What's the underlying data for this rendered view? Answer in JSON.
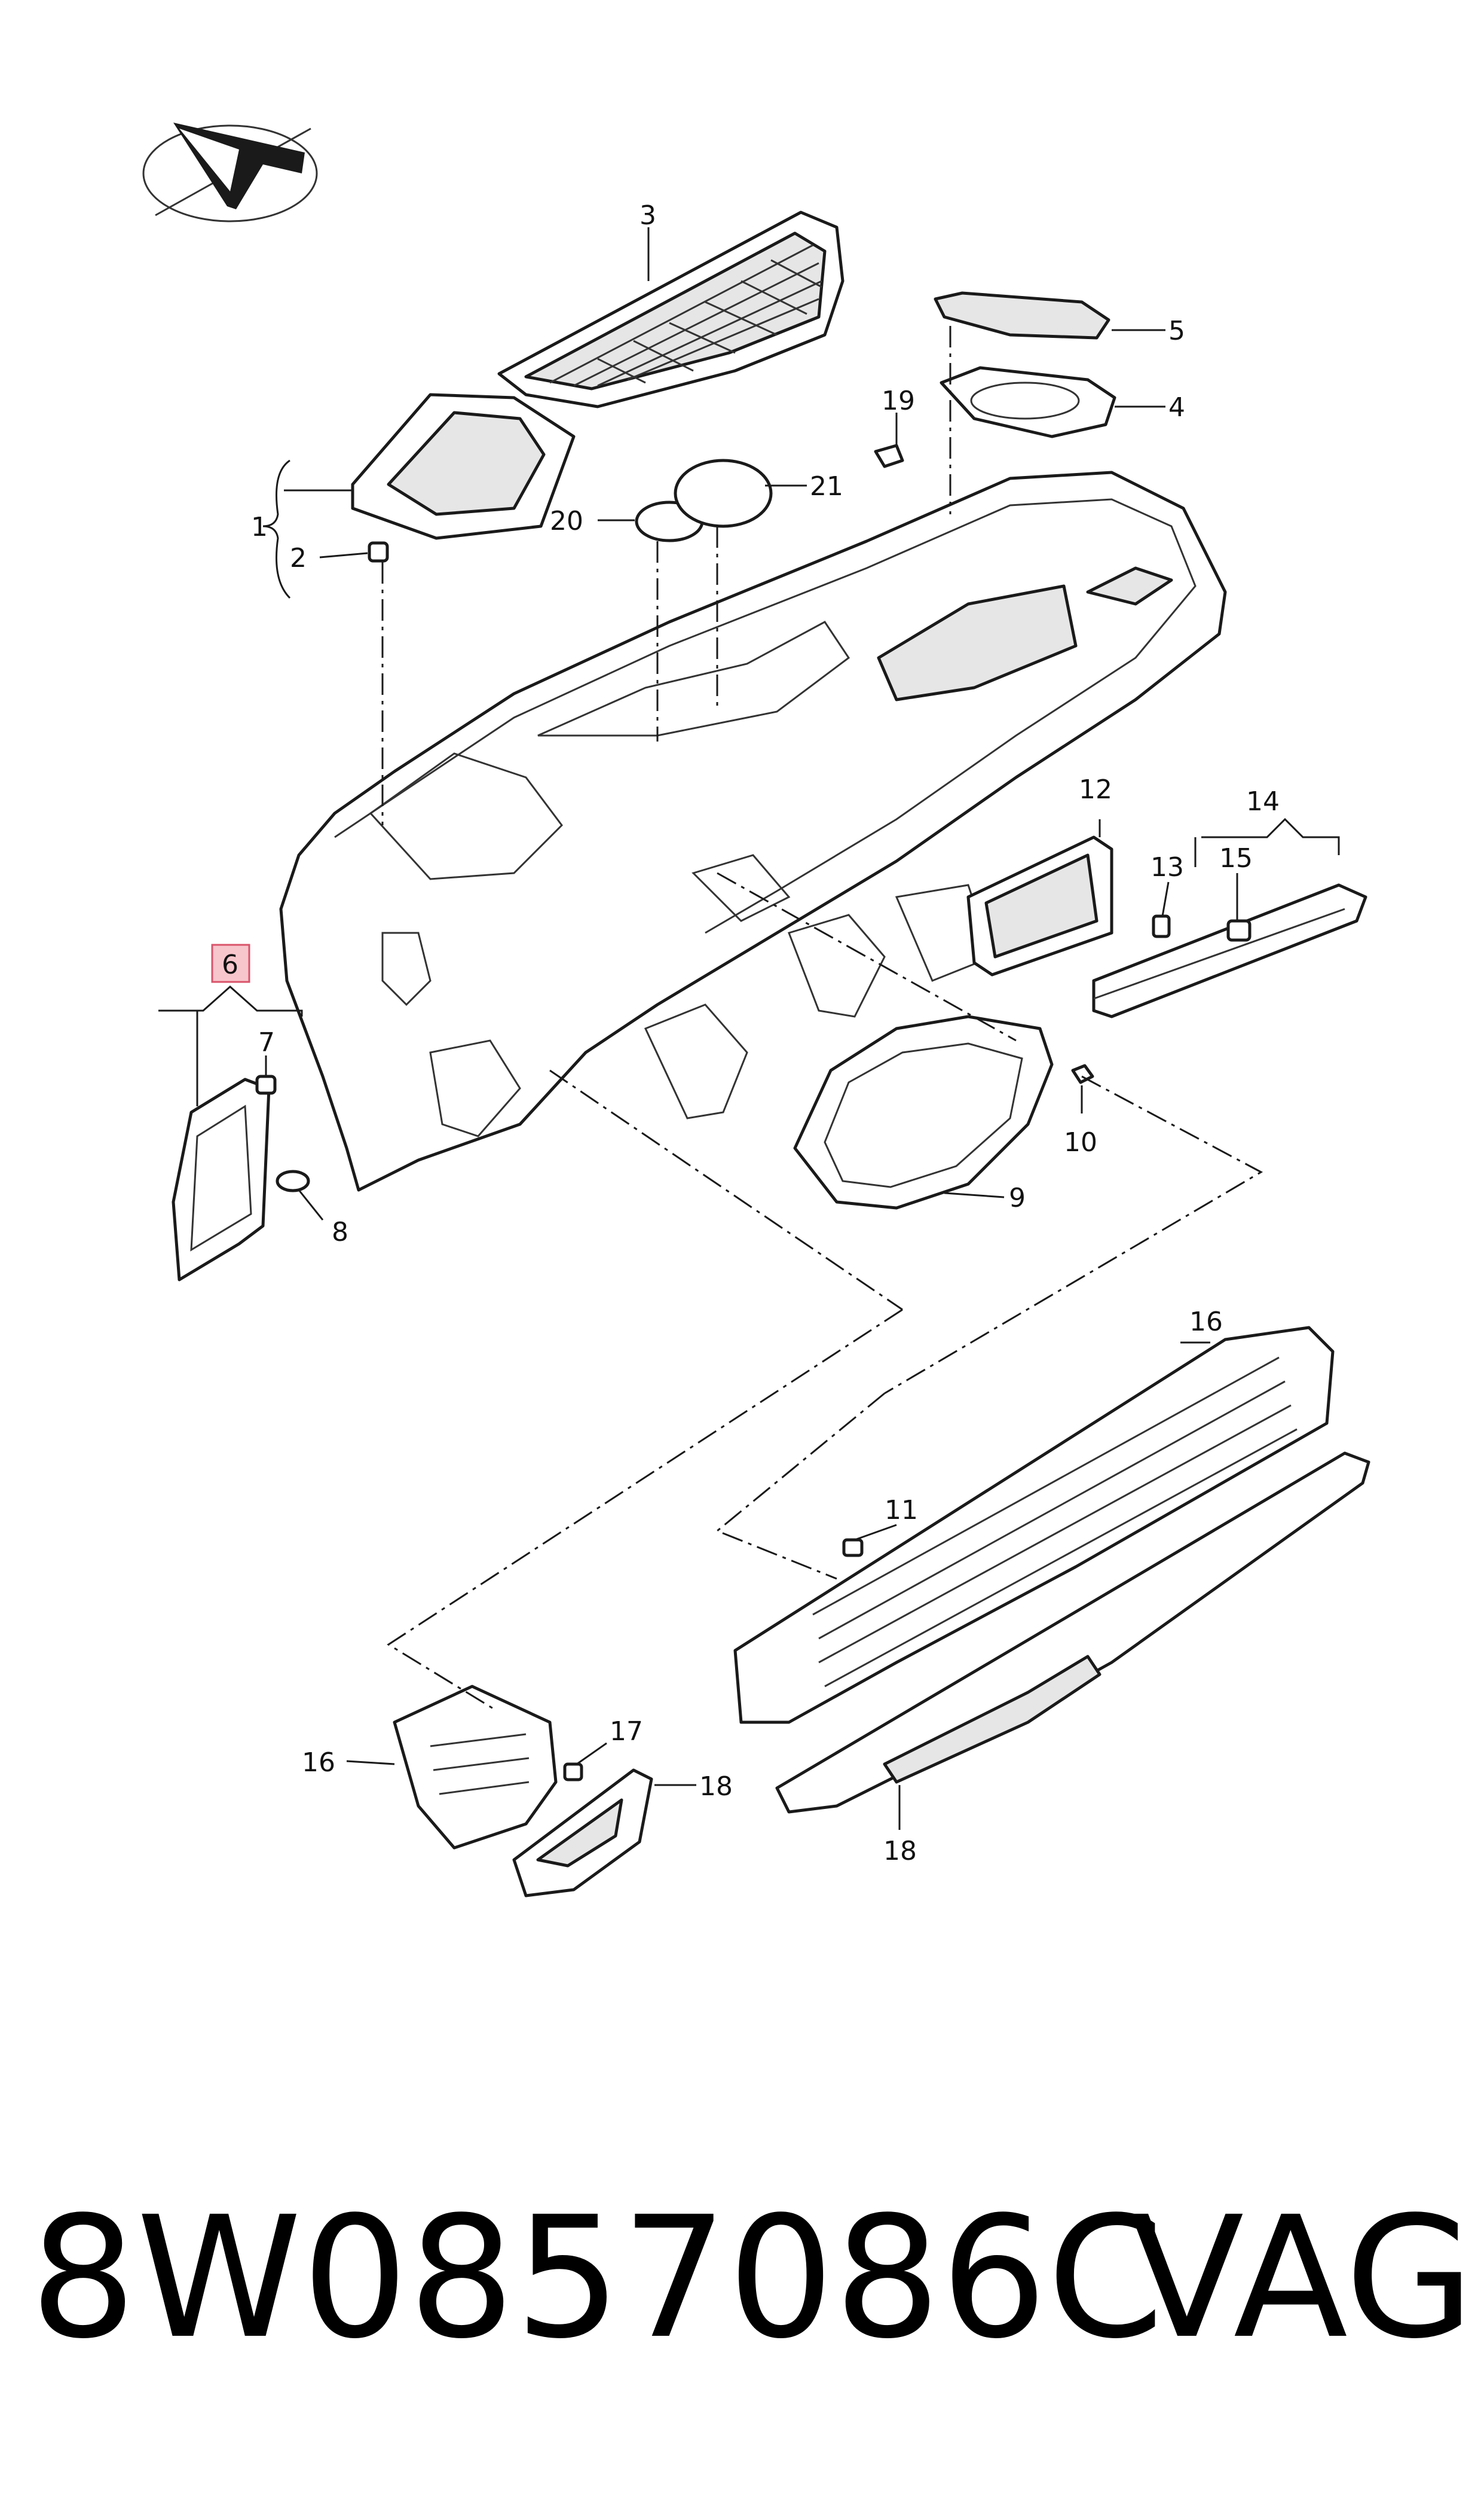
{
  "callouts": {
    "c1": "1",
    "c2": "2",
    "c3": "3",
    "c4": "4",
    "c5": "5",
    "c6": "6",
    "c7": "7",
    "c8": "8",
    "c9": "9",
    "c10": "10",
    "c11": "11",
    "c12": "12",
    "c13": "13",
    "c14": "14",
    "c15": "15",
    "c16a": "16",
    "c16b": "16",
    "c17": "17",
    "c18a": "18",
    "c18b": "18",
    "c19": "19",
    "c20": "20",
    "c21": "21"
  },
  "highlight": {
    "part": "6",
    "color": "#f7c6cc",
    "border": "#d9536a"
  },
  "caption": {
    "part_number": "8W0857086C",
    "brand": "VAG"
  },
  "icons": {
    "orientation": "direction-arrow-icon"
  }
}
